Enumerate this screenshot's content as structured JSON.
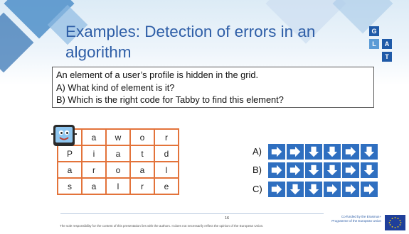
{
  "slide": {
    "title": "Examples: Detection of errors in an algorithm",
    "question_lines": [
      "An element of a user’s profile is hidden in the grid.",
      "A) What kind of element is it?",
      "B) Which is the right code for Tabby to find this element?"
    ],
    "grid": [
      [
        "",
        "a",
        "w",
        "o",
        "r"
      ],
      [
        "P",
        "i",
        "a",
        "t",
        "d"
      ],
      [
        "a",
        "r",
        "o",
        "a",
        "l"
      ],
      [
        "s",
        "a",
        "l",
        "r",
        "e"
      ]
    ],
    "options": [
      {
        "label": "A)",
        "arrows": [
          "right",
          "right",
          "down",
          "down",
          "right",
          "down"
        ]
      },
      {
        "label": "B)",
        "arrows": [
          "right",
          "right",
          "down",
          "down",
          "right",
          "down"
        ]
      },
      {
        "label": "C)",
        "arrows": [
          "right",
          "down",
          "down",
          "right",
          "right",
          "right"
        ]
      }
    ],
    "logo_letters": [
      "G",
      "L",
      "A",
      "T"
    ],
    "page_number": "16",
    "disclaimer": "The sole responsibility for the content of this presentation lies with the authors. It does not necessarily reflect the opinion of the European Union.",
    "cofunded": "Co-funded by the Erasmus+ Programme of the European Union",
    "colors": {
      "title": "#2e5ea7",
      "grid_border": "#e3733a",
      "arrow_fill": "#2f6fc0",
      "logo_dark": "#1f5aa8",
      "logo_light": "#5b9bd6"
    }
  }
}
